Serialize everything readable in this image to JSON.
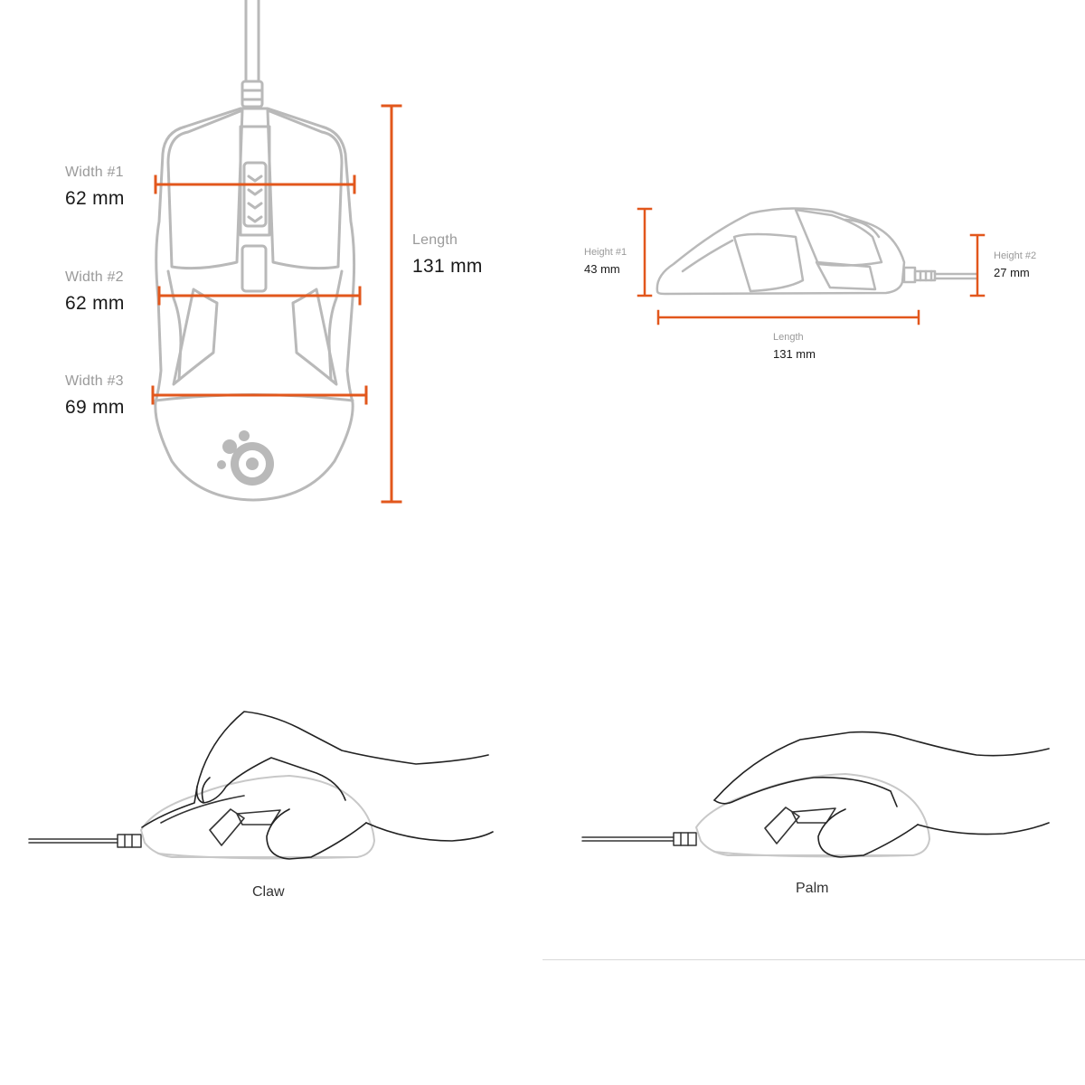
{
  "colors": {
    "accent": "#e2571c",
    "outline": "#b9b9b9",
    "label_grey": "#9a9a9a",
    "value_dark": "#1a1a1a"
  },
  "top_view": {
    "width1": {
      "label": "Width #1",
      "value": "62 mm"
    },
    "width2": {
      "label": "Width #2",
      "value": "62 mm"
    },
    "width3": {
      "label": "Width #3",
      "value": "69 mm"
    },
    "length": {
      "label": "Length",
      "value": "131 mm"
    }
  },
  "side_view": {
    "height1": {
      "label": "Height #1",
      "value": "43 mm"
    },
    "height2": {
      "label": "Height #2",
      "value": "27 mm"
    },
    "length": {
      "label": "Length",
      "value": "131 mm"
    }
  },
  "grips": [
    {
      "label": "Claw"
    },
    {
      "label": "Palm"
    }
  ],
  "icons": {
    "logo": "steelseries-logo-icon"
  }
}
